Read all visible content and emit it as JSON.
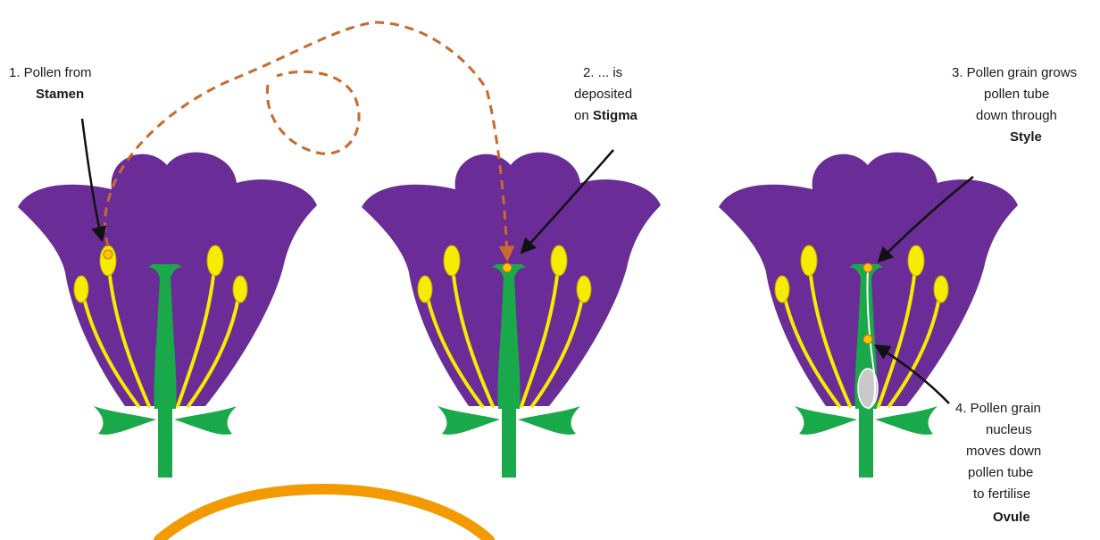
{
  "colors": {
    "petal": "#6a2c96",
    "stamen": "#f5ec00",
    "stamen_outline": "#c8a400",
    "pistil": "#1aa94a",
    "path": "#c8692e",
    "pointer": "#111111",
    "pollen": "#ffc400",
    "ovule": "#c9c9c9",
    "arc": "#f39a00"
  },
  "labels": {
    "step1": {
      "line1": "1. Pollen from",
      "term": "Stamen"
    },
    "step2": {
      "line1": "2. ... is",
      "line2": "deposited",
      "line3_prefix": "on ",
      "term": "Stigma"
    },
    "step3": {
      "line1": "3. Pollen grain grows",
      "line2": "pollen tube",
      "line3": "down through",
      "term": "Style"
    },
    "step4": {
      "line1": "4. Pollen grain",
      "line2": "nucleus",
      "line3": "moves down",
      "line4": "pollen tube",
      "line5": "to fertilise",
      "term": "Ovule"
    }
  }
}
